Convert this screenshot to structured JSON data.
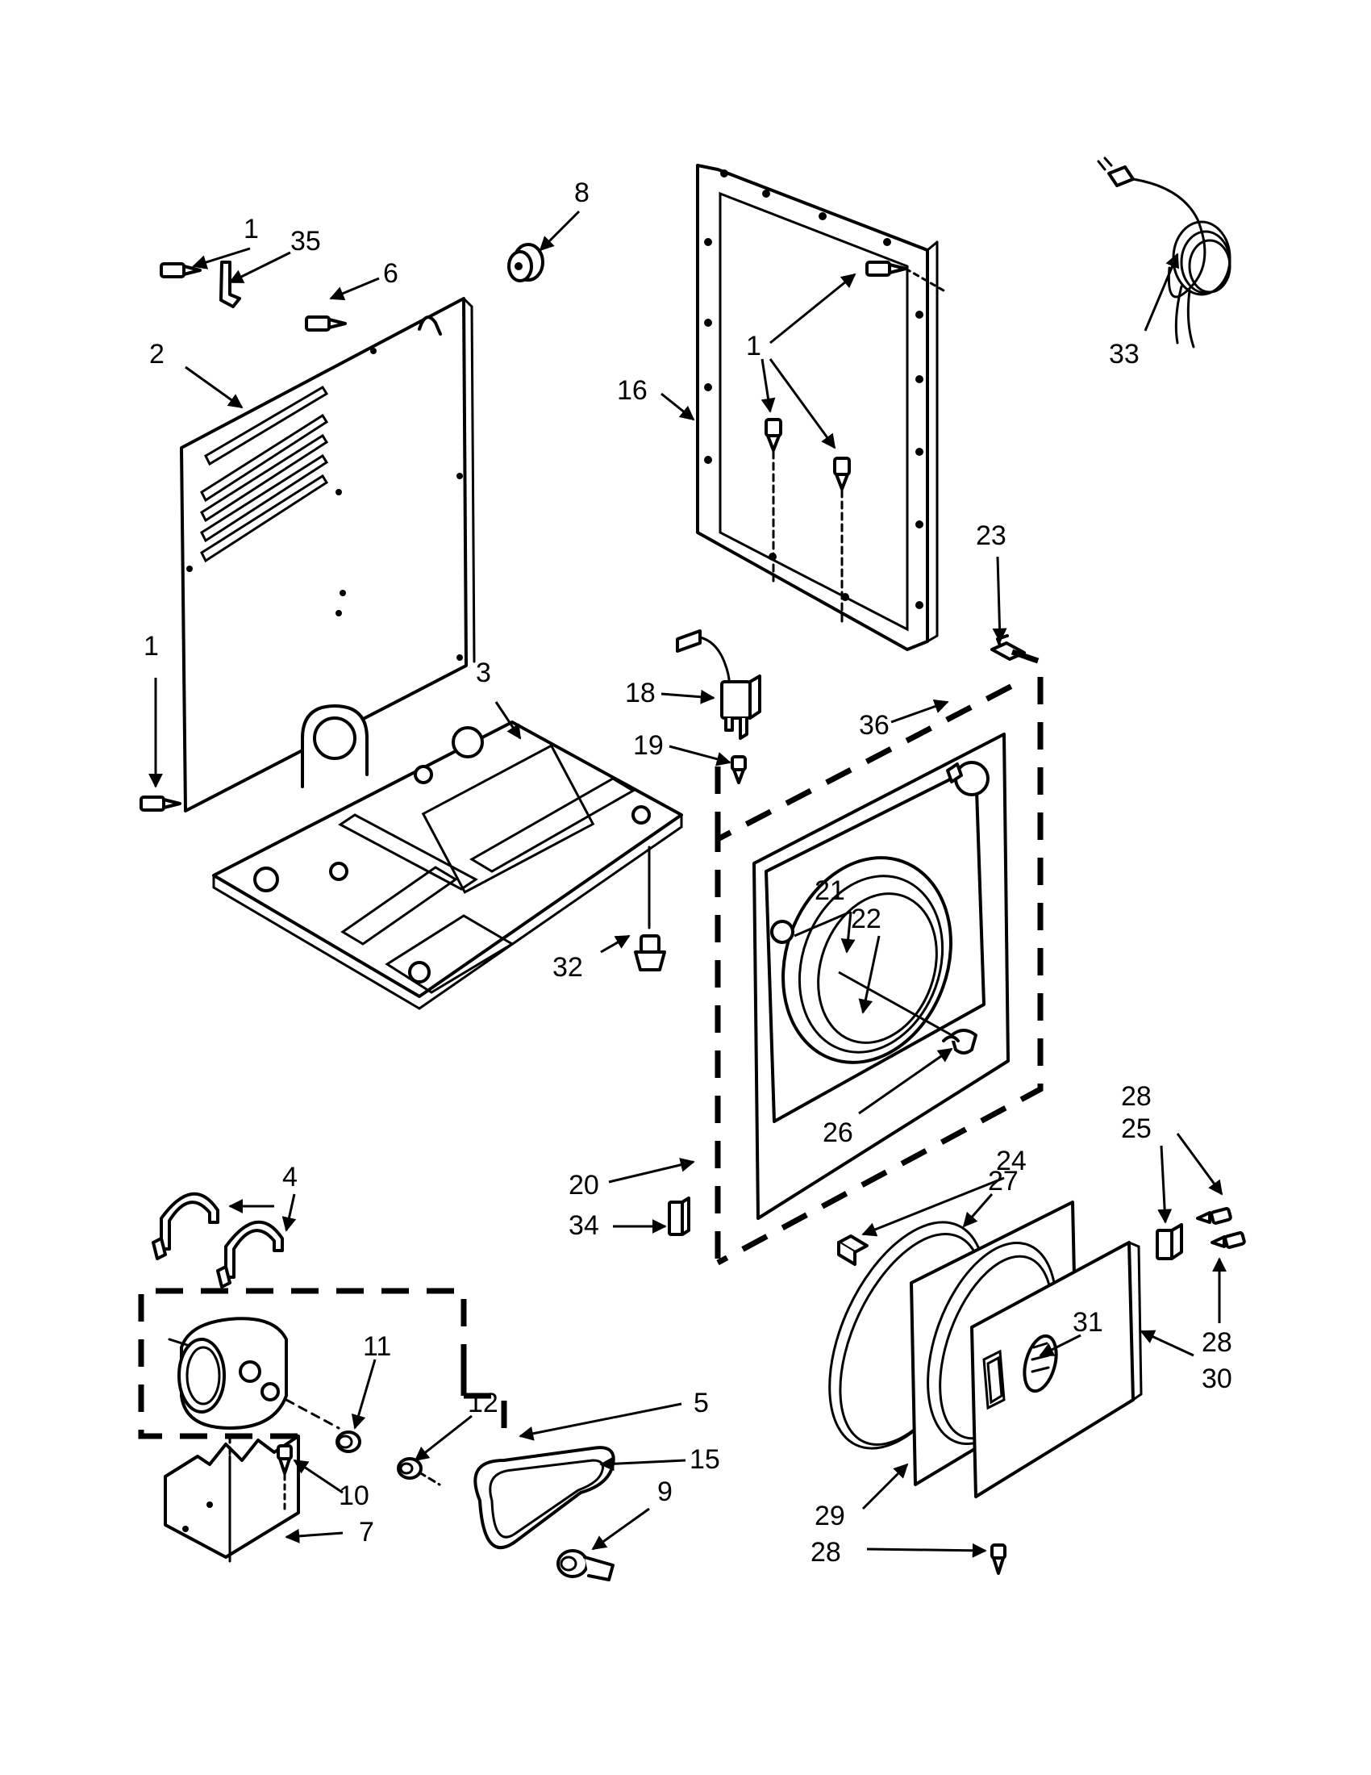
{
  "callouts": {
    "c1a": "1",
    "c35": "35",
    "c6": "6",
    "c2": "2",
    "c1b": "1",
    "c3": "3",
    "c8": "8",
    "c1c": "1",
    "c16": "16",
    "c33": "33",
    "c23": "23",
    "c18": "18",
    "c19": "19",
    "c36": "36",
    "c21": "21",
    "c22": "22",
    "c26": "26",
    "c32": "32",
    "c4": "4",
    "c20": "20",
    "c34": "34",
    "c24": "24",
    "c27": "27",
    "c28a": "28",
    "c25": "25",
    "c28b": "28",
    "c30": "30",
    "c31": "31",
    "c11": "11",
    "c12": "12",
    "c5": "5",
    "c15": "15",
    "c10": "10",
    "c9": "9",
    "c7": "7",
    "c29": "29",
    "c28c": "28"
  }
}
